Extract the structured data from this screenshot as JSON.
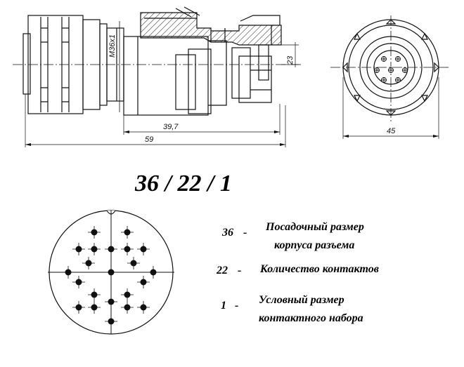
{
  "drawing": {
    "thread_label": "M36x1",
    "dim_23": "23",
    "dim_39_7": "39,7",
    "dim_59": "59",
    "dim_45": "45"
  },
  "code": {
    "text": "36 / 22 / 1"
  },
  "legend": {
    "items": [
      {
        "num": "36",
        "dash": "-",
        "line1": "Посадочный размер",
        "line2": "корпуса разъема"
      },
      {
        "num": "22",
        "dash": "-",
        "line1": "Количество контактов",
        "line2": ""
      },
      {
        "num": "1",
        "dash": "-",
        "line1": "Условный размер",
        "line2": "контактного набора"
      }
    ]
  },
  "pins": {
    "count": 22
  }
}
